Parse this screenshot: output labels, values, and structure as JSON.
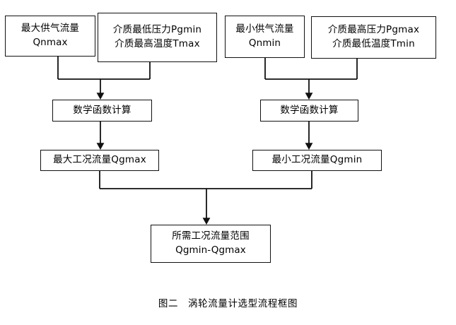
{
  "figure": {
    "caption_label": "图二",
    "caption_title": "涡轮流量计选型流程框图",
    "background_color": "#ffffff",
    "line_color": "#111111"
  },
  "chart_data": {
    "type": "diagram",
    "diagram_kind": "flowchart",
    "title": "涡轮流量计选型流程框图",
    "orientation": "top-to-bottom",
    "nodes": [
      {
        "id": "n1",
        "shape": "rect",
        "lines": [
          "最大供气流量",
          "Qnmax"
        ],
        "column": "left"
      },
      {
        "id": "n2",
        "shape": "rect",
        "lines": [
          "介质最低压力Pgmin",
          "介质最高温度Tmax"
        ],
        "column": "left"
      },
      {
        "id": "n3",
        "shape": "rect",
        "lines": [
          "最小供气流量",
          "Qnmin"
        ],
        "column": "right"
      },
      {
        "id": "n4",
        "shape": "rect",
        "lines": [
          "介质最高压力Pgmax",
          "介质最低温度Tmin"
        ],
        "column": "right"
      },
      {
        "id": "n5",
        "shape": "rect",
        "lines": [
          "数学函数计算"
        ],
        "column": "left"
      },
      {
        "id": "n6",
        "shape": "rect",
        "lines": [
          "数学函数计算"
        ],
        "column": "right"
      },
      {
        "id": "n7",
        "shape": "rect",
        "lines": [
          "最大工况流量Qgmax"
        ],
        "column": "left"
      },
      {
        "id": "n8",
        "shape": "rect",
        "lines": [
          "最小工况流量Qgmin"
        ],
        "column": "right"
      },
      {
        "id": "n9",
        "shape": "rect",
        "lines": [
          "所需工况流量范围",
          "Qgmin-Qgmax"
        ],
        "column": "center"
      }
    ],
    "edges": [
      {
        "from": [
          "n1",
          "n2"
        ],
        "to": "n5",
        "style": "merge-arrow"
      },
      {
        "from": [
          "n3",
          "n4"
        ],
        "to": "n6",
        "style": "merge-arrow"
      },
      {
        "from": [
          "n5"
        ],
        "to": "n7",
        "style": "arrow"
      },
      {
        "from": [
          "n6"
        ],
        "to": "n8",
        "style": "arrow"
      },
      {
        "from": [
          "n7",
          "n8"
        ],
        "to": "n9",
        "style": "merge-arrow"
      }
    ]
  },
  "nodes": {
    "n1": {
      "l1": "最大供气流量",
      "l2": "Qnmax"
    },
    "n2": {
      "l1": "介质最低压力Pgmin",
      "l2": "介质最高温度Tmax"
    },
    "n3": {
      "l1": "最小供气流量",
      "l2": "Qnmin"
    },
    "n4": {
      "l1": "介质最高压力Pgmax",
      "l2": "介质最低温度Tmin"
    },
    "n5": {
      "l1": "数学函数计算"
    },
    "n6": {
      "l1": "数学函数计算"
    },
    "n7": {
      "l1": "最大工况流量Qgmax"
    },
    "n8": {
      "l1": "最小工况流量Qgmin"
    },
    "n9": {
      "l1": "所需工况流量范围",
      "l2": "Qgmin-Qgmax"
    }
  }
}
